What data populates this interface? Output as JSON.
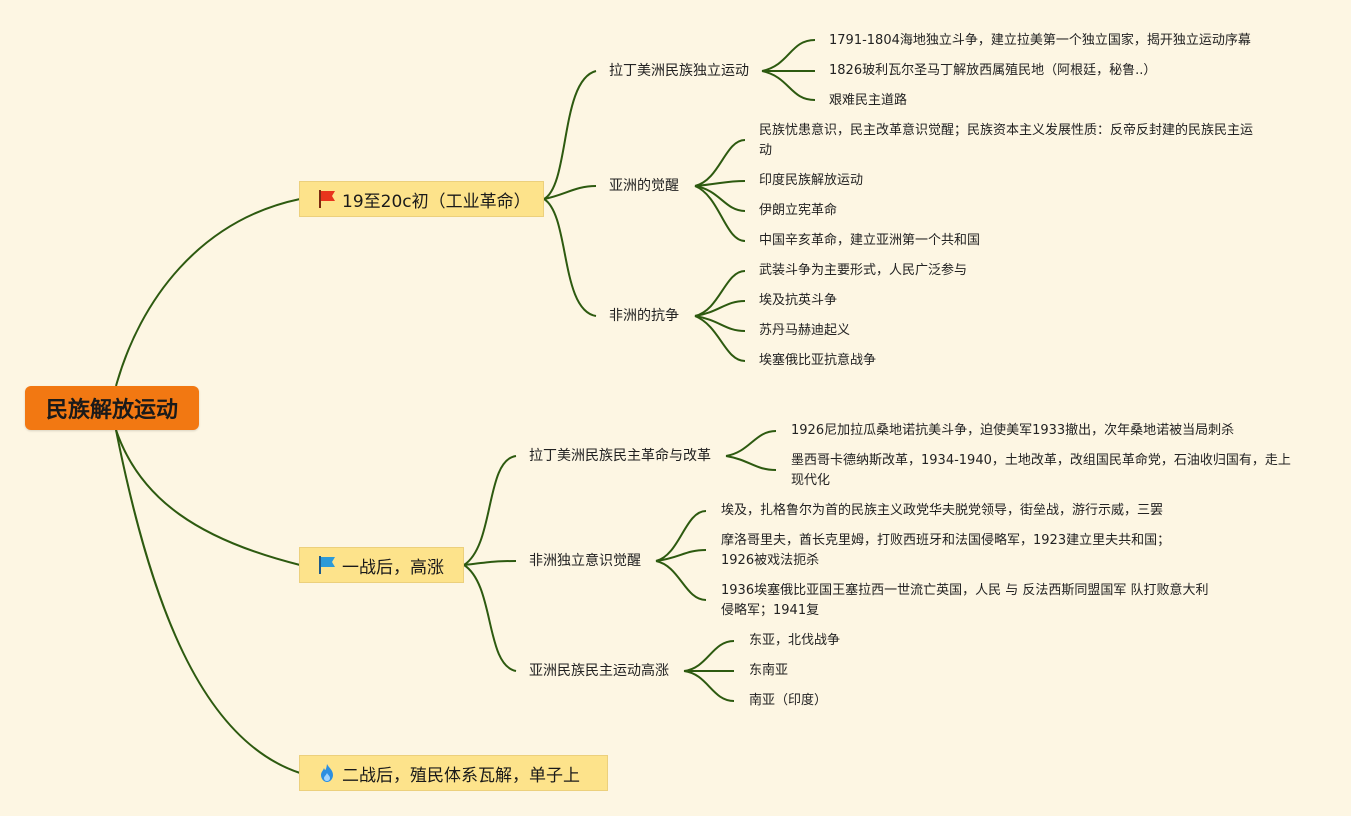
{
  "root": {
    "label": "民族解放运动"
  },
  "branches": [
    {
      "label": "19至20c初（工业革命）",
      "icon": "red-flag-icon",
      "subs": [
        {
          "label": "拉丁美洲民族独立运动",
          "leaves": [
            "1791-1804海地独立斗争，建立拉美第一个独立国家，揭开独立运动序幕",
            "1826玻利瓦尔圣马丁解放西属殖民地（阿根廷，秘鲁..）",
            "艰难民主道路"
          ]
        },
        {
          "label": "亚洲的觉醒",
          "leaves": [
            "民族忧患意识，民主改革意识觉醒；民族资本主义发展性质：反帝反封建的民族民主运动",
            "印度民族解放运动",
            "伊朗立宪革命",
            "中国辛亥革命，建立亚洲第一个共和国"
          ]
        },
        {
          "label": "非洲的抗争",
          "leaves": [
            "武装斗争为主要形式，人民广泛参与",
            "埃及抗英斗争",
            "苏丹马赫迪起义",
            "埃塞俄比亚抗意战争"
          ]
        }
      ]
    },
    {
      "label": "一战后，高涨",
      "icon": "blue-flag-icon",
      "subs": [
        {
          "label": "拉丁美洲民族民主革命与改革",
          "leaves": [
            "1926尼加拉瓜桑地诺抗美斗争，迫使美军1933撤出，次年桑地诺被当局刺杀",
            "墨西哥卡德纳斯改革，1934-1940，土地改革，改组国民革命党，石油收归国有，走上现代化"
          ]
        },
        {
          "label": "非洲独立意识觉醒",
          "leaves": [
            "埃及，扎格鲁尔为首的民族主义政党华夫脱党领导，街垒战，游行示威，三罢",
            "摩洛哥里夫，酋长克里姆，打败西班牙和法国侵略军，1923建立里夫共和国；1926被戏法扼杀",
            "1936埃塞俄比亚国王塞拉西一世流亡英国，人民 与 反法西斯同盟国军 队打败意大利侵略军；1941复"
          ]
        },
        {
          "label": "亚洲民族民主运动高涨",
          "leaves": [
            "东亚，北伐战争",
            "东南亚",
            "南亚（印度）"
          ]
        }
      ]
    },
    {
      "label": "二战后，殖民体系瓦解，单子上",
      "icon": "fire-icon",
      "subs": []
    }
  ]
}
